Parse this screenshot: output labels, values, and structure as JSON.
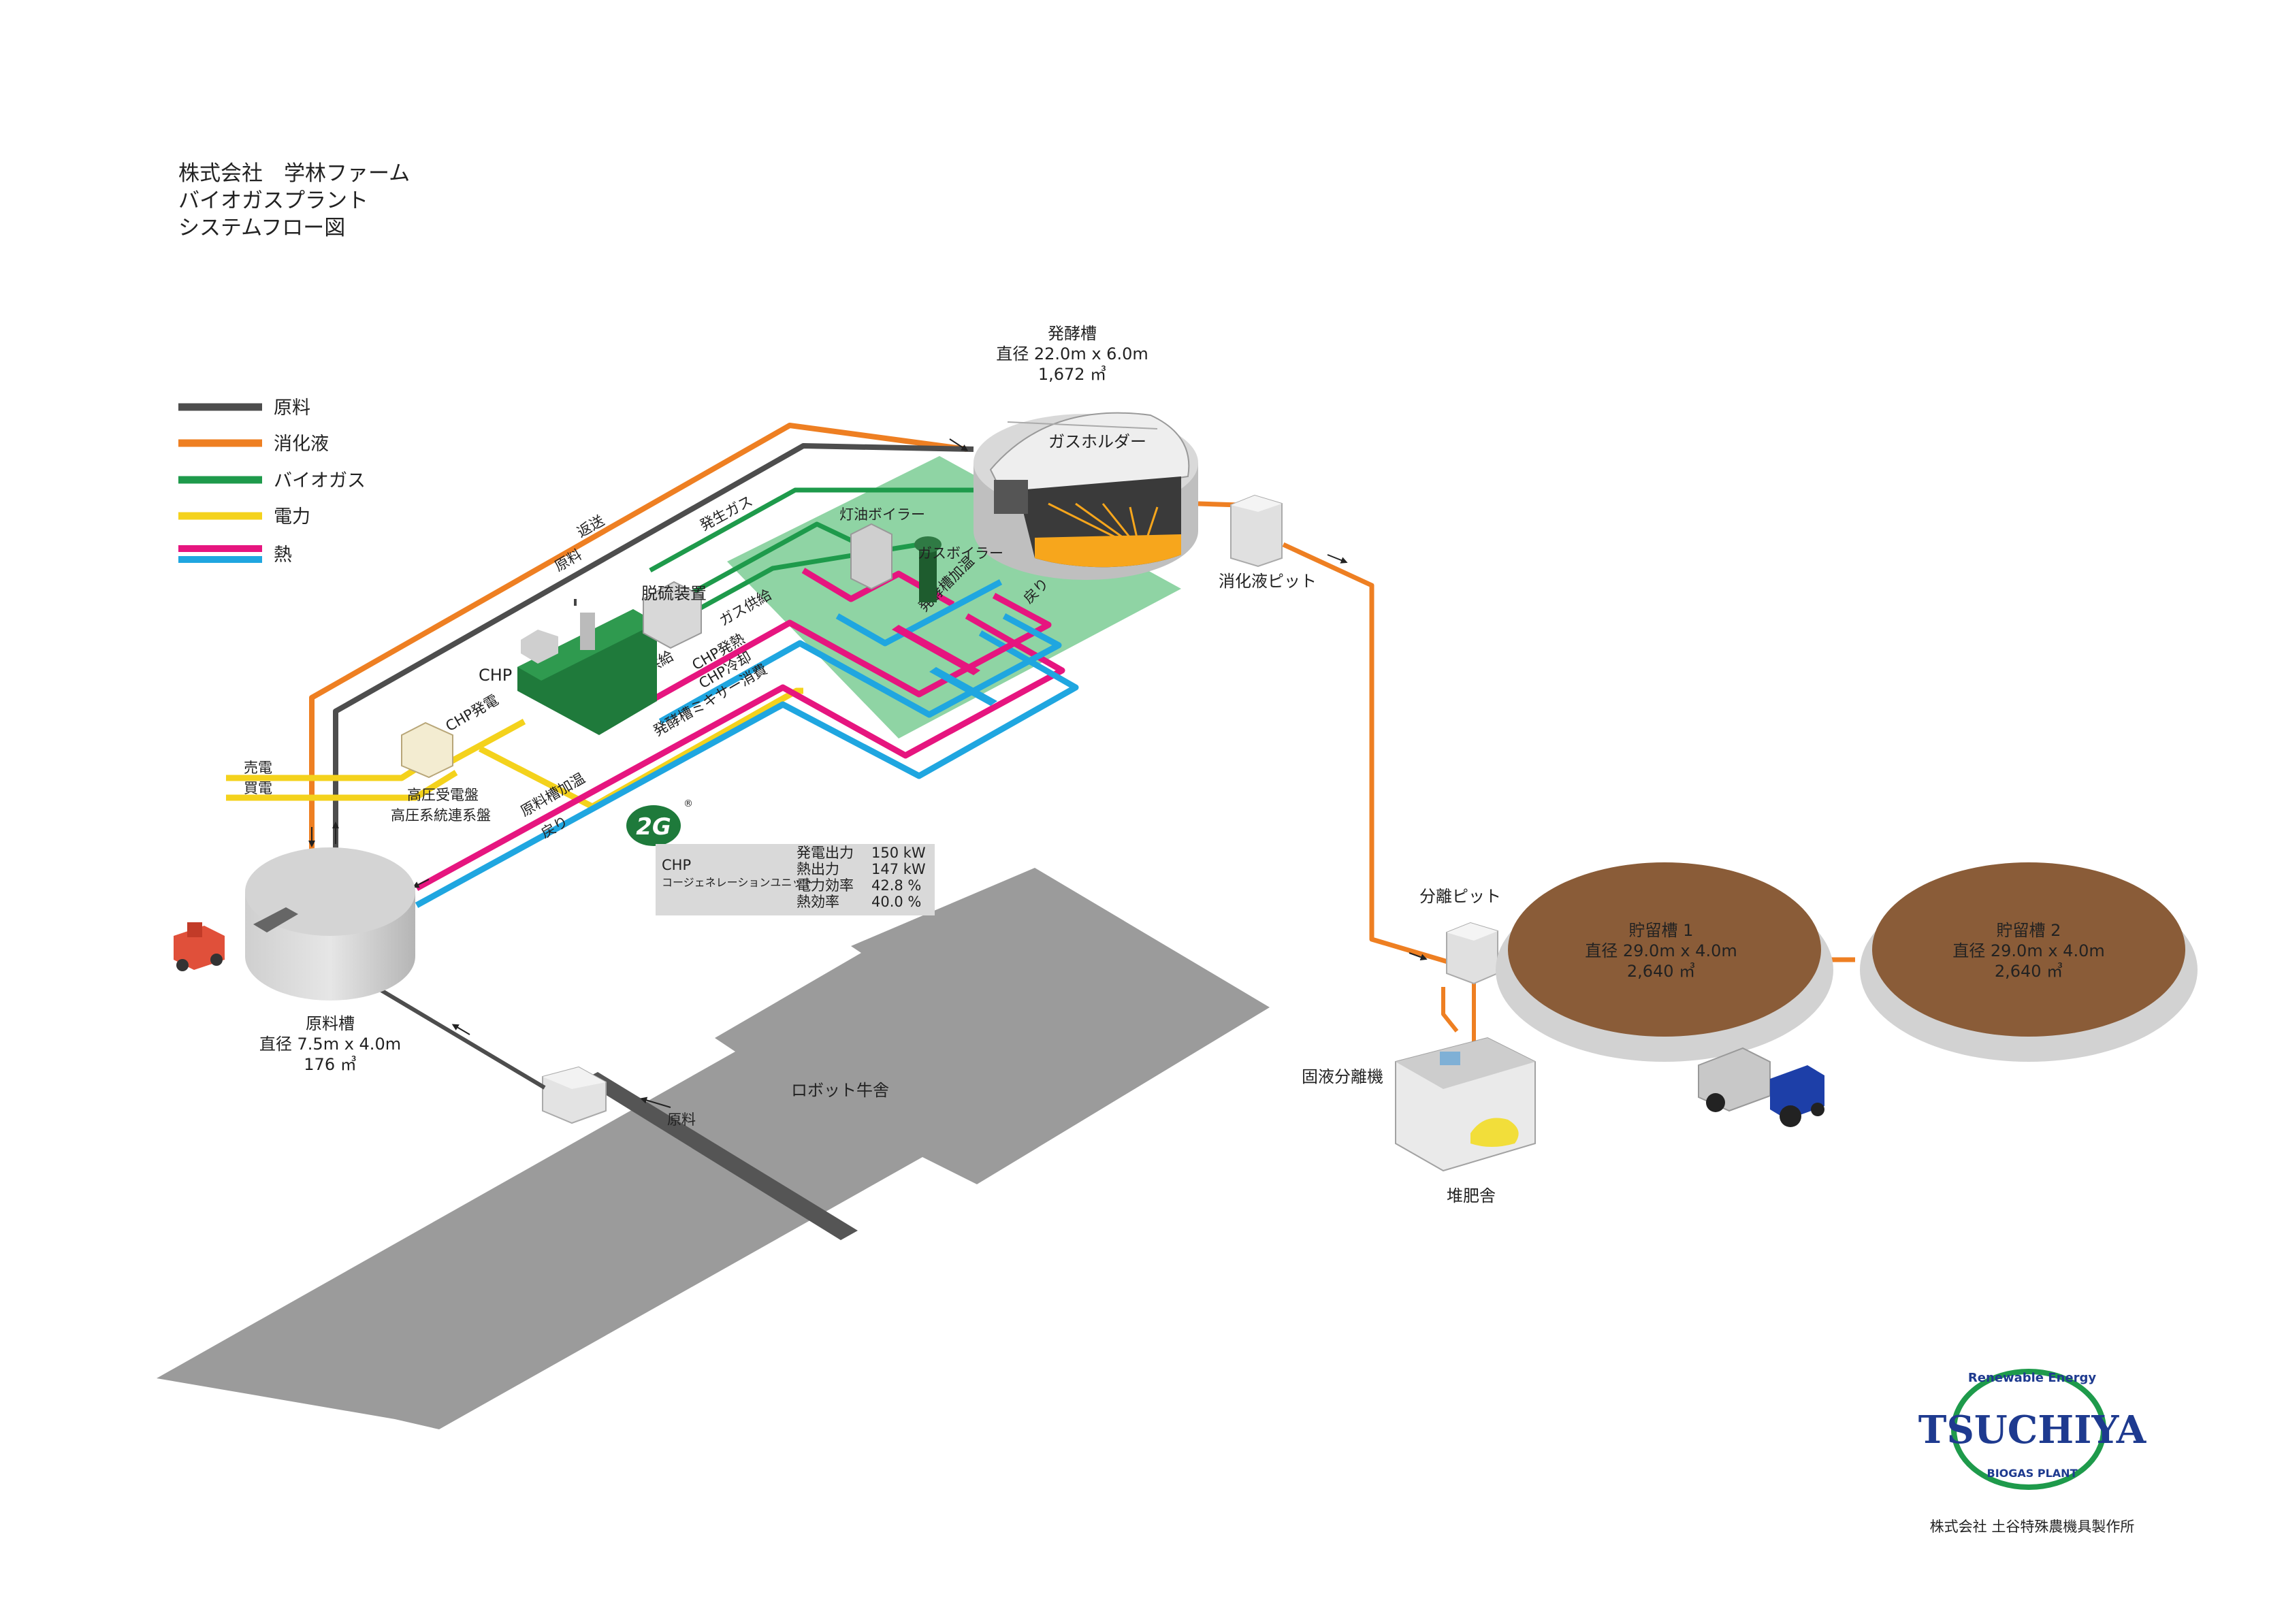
{
  "title": {
    "line1": "株式会社　学林ファーム",
    "line2": "バイオガスプラント",
    "line3": "システムフロー図"
  },
  "legend": [
    {
      "label": "原料",
      "color": "#4d4d4d"
    },
    {
      "label": "消化液",
      "color": "#ee7f22"
    },
    {
      "label": "バイオガス",
      "color": "#1e9a4b"
    },
    {
      "label": "電力",
      "color": "#f4d21c"
    },
    {
      "label": "熱",
      "colors": [
        "#e6157f",
        "#1fa6e0"
      ]
    }
  ],
  "digester": {
    "name": "発酵槽",
    "size": "直径 22.0m x 6.0m",
    "volume": "1,672 ㎥",
    "holder": "ガスホルダー"
  },
  "raw_tank": {
    "name": "原料槽",
    "size": "直径 7.5m x 4.0m",
    "volume": "176 ㎥"
  },
  "storage1": {
    "name": "貯留槽 1",
    "size": "直径 29.0m x 4.0m",
    "volume": "2,640 ㎥"
  },
  "storage2": {
    "name": "貯留槽 2",
    "size": "直径 29.0m x 4.0m",
    "volume": "2,640 ㎥"
  },
  "labels": {
    "digestate_pit": "消化液ピット",
    "separation_pit": "分離ピット",
    "separator": "固液分離機",
    "compost_shed": "堆肥舎",
    "barn": "ロボット牛舎",
    "chp": "CHP",
    "desulfurizer": "脱硫装置",
    "kerosene_boiler": "灯油ボイラー",
    "gas_boiler": "ガスボイラー",
    "switchgear_1": "高圧受電盤",
    "switchgear_2": "高圧系統連系盤",
    "sell_power": "売電",
    "buy_power": "買電",
    "return_flow": "返送",
    "raw_material": "原料",
    "raw_barn": "原料",
    "generated_gas": "発生ガス",
    "gas_supply_1": "ガス供給",
    "gas_supply_2": "ガス供給",
    "chp_power": "CHP発電",
    "chp_heat_out": "CHP発熱",
    "chp_cooling": "CHP冷却",
    "mixer_consumption": "発酵槽ミキサー消費",
    "digester_heating": "発酵槽加温",
    "return_1": "戻り",
    "raw_tank_heating": "原料槽加温",
    "return_2": "戻り"
  },
  "chp_spec": {
    "brand": "2G",
    "registered": "®",
    "model": "CHP",
    "description": "コージェネレーションユニット",
    "items": [
      {
        "label": "発電出力",
        "value": "150 kW"
      },
      {
        "label": "熱出力",
        "value": "147 kW"
      },
      {
        "label": "電力効率",
        "value": "42.8 %"
      },
      {
        "label": "熱効率",
        "value": "40.0 %"
      }
    ]
  },
  "logo": {
    "top_text": "Renewable Energy",
    "main_text": "TSUCHIYA",
    "bottom_text": "BIOGAS PLANT",
    "company": "株式会社 土谷特殊農機具製作所"
  },
  "colors": {
    "raw": "#4d4d4d",
    "digestate": "#ee7f22",
    "biogas": "#1e9a4b",
    "power": "#f4d21c",
    "heat_hot": "#e6157f",
    "heat_cold": "#1fa6e0",
    "slurry": "#8a5c38",
    "barn": "#999999",
    "floor": "#8fd4a4"
  }
}
